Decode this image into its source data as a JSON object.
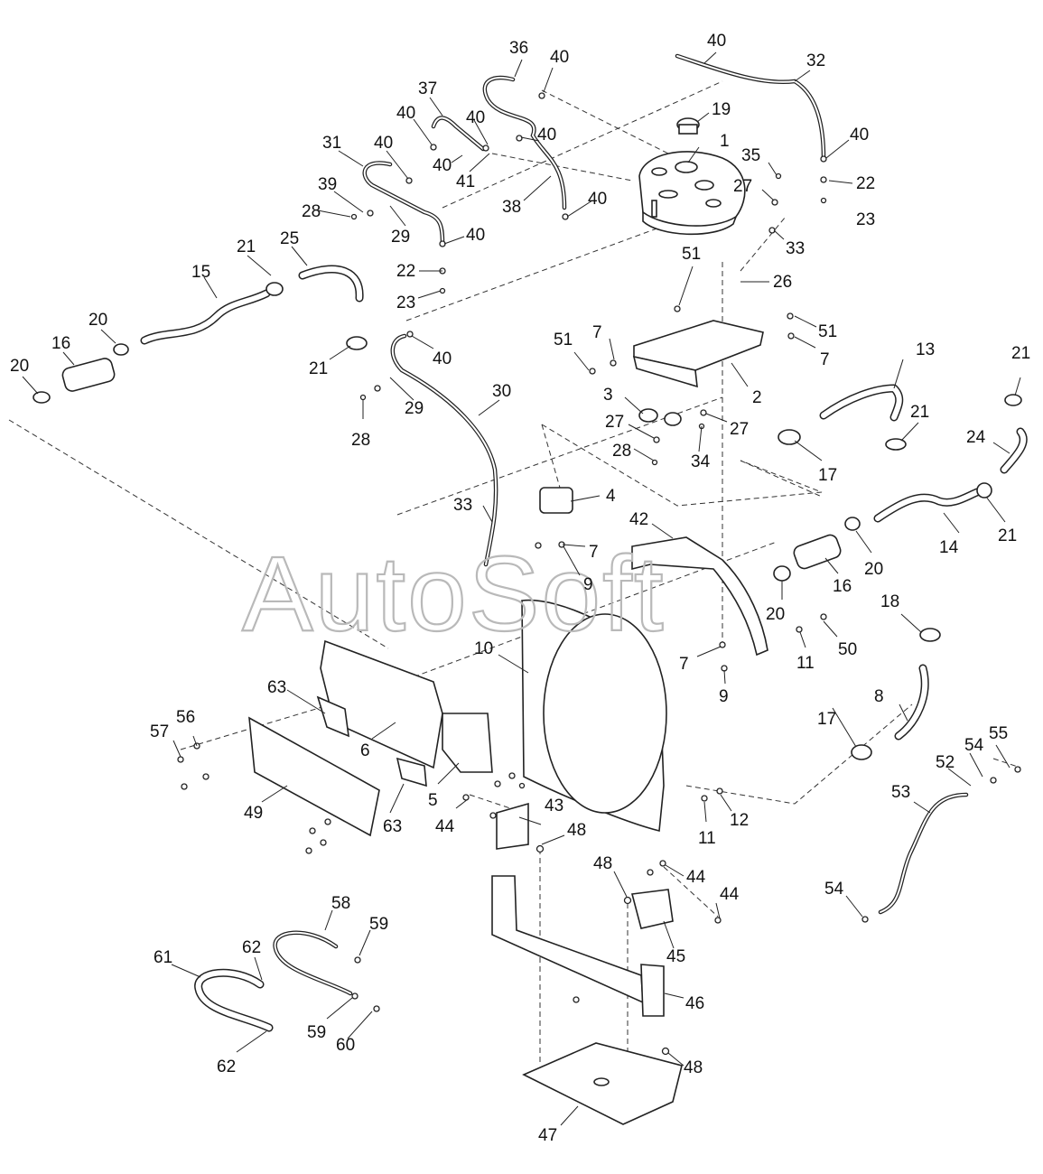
{
  "watermark": "AutoSoft",
  "callouts": [
    "1",
    "2",
    "3",
    "4",
    "5",
    "6",
    "7",
    "7",
    "7",
    "7",
    "8",
    "9",
    "9",
    "10",
    "11",
    "11",
    "12",
    "13",
    "14",
    "15",
    "16",
    "16",
    "17",
    "17",
    "18",
    "19",
    "20",
    "20",
    "20",
    "20",
    "21",
    "21",
    "21",
    "21",
    "21",
    "22",
    "22",
    "23",
    "23",
    "24",
    "25",
    "26",
    "27",
    "27",
    "27",
    "28",
    "28",
    "28",
    "29",
    "29",
    "30",
    "31",
    "32",
    "33",
    "33",
    "34",
    "35",
    "36",
    "37",
    "38",
    "39",
    "40",
    "40",
    "40",
    "40",
    "40",
    "40",
    "40",
    "40",
    "40",
    "40",
    "40",
    "41",
    "42",
    "43",
    "44",
    "44",
    "44",
    "45",
    "46",
    "47",
    "48",
    "48",
    "48",
    "49",
    "50",
    "51",
    "51",
    "51",
    "52",
    "53",
    "54",
    "54",
    "55",
    "56",
    "57",
    "58",
    "59",
    "59",
    "60",
    "61",
    "62",
    "62",
    "63",
    "63"
  ]
}
